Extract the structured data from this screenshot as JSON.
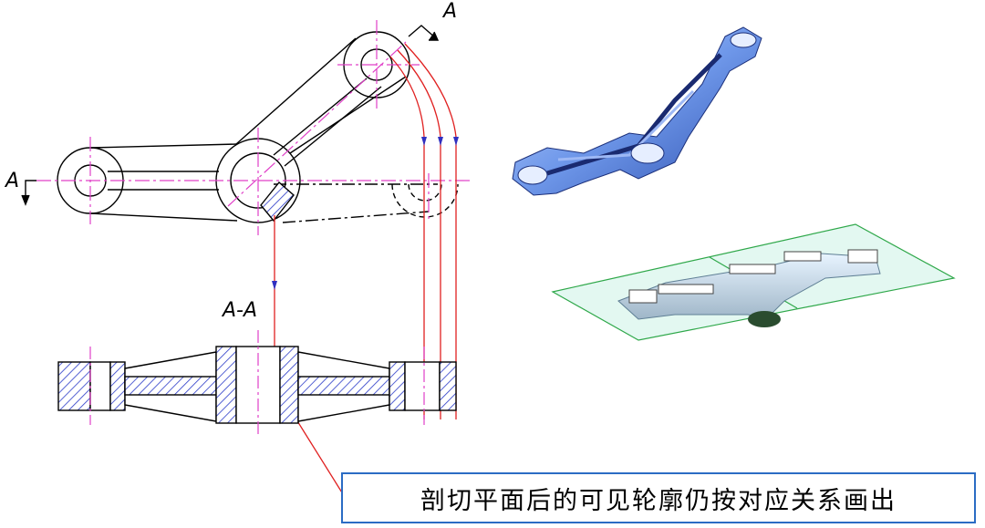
{
  "labels": {
    "section_arrow_left": "A",
    "section_arrow_top": "A",
    "section_view_title": "A-A"
  },
  "note": {
    "text": "剖切平面后的可见轮廓仍按对应关系画出"
  },
  "colors": {
    "outline": "#000000",
    "centerline": "#e040c8",
    "projection_line": "#e02020",
    "hatch": "#2a3ac8",
    "note_border": "#2b6cc4",
    "model_blue": "#6f98ea",
    "plane_green": "#2fa84a"
  }
}
